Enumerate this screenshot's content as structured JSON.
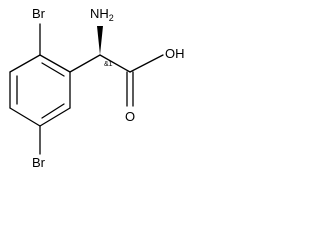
{
  "structure": {
    "atoms": {
      "br_top": "Br",
      "br_bottom": "Br",
      "nh2": {
        "main": "NH",
        "sub": "2"
      },
      "oh": "OH",
      "o": "O"
    },
    "stereo_label": "&1"
  }
}
